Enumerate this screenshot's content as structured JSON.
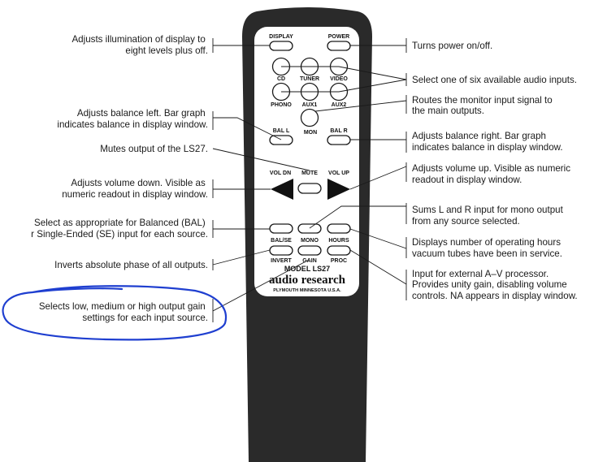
{
  "remote": {
    "model": "MODEL LS27",
    "brand": "audio research",
    "location": "PLYMOUTH MINNESOTA U.S.A.",
    "colors": {
      "body": "#2a2a2a",
      "panel": "#ffffff",
      "circle": "#1f3fd0"
    },
    "buttons": {
      "display": "DISPLAY",
      "power": "POWER",
      "cd": "CD",
      "tuner": "TUNER",
      "video": "VIDEO",
      "phono": "PHONO",
      "aux1": "AUX1",
      "aux2": "AUX2",
      "mon": "MON",
      "bal_l": "BAL L",
      "bal_r": "BAL R",
      "vol_dn": "VOL DN",
      "mute": "MUTE",
      "vol_up": "VOL UP",
      "bal_se": "BAL/SE",
      "mono": "MONO",
      "hours": "HOURS",
      "invert": "INVERT",
      "gain": "GAIN",
      "proc": "PROC"
    }
  },
  "annotations": {
    "display": [
      "Adjusts illumination of display to",
      "eight levels plus off."
    ],
    "power": [
      "Turns power on/off."
    ],
    "inputs": [
      "Select one of six available audio inputs."
    ],
    "mon": [
      "Routes the monitor input signal to",
      "the main outputs."
    ],
    "bal_l": [
      "Adjusts balance left. Bar graph",
      "indicates balance in display window."
    ],
    "bal_r": [
      "Adjusts balance right. Bar graph",
      "indicates balance in display window."
    ],
    "mute": [
      "Mutes output of the LS27."
    ],
    "vol_dn": [
      "Adjusts volume down. Visible as",
      "numeric readout in display window."
    ],
    "vol_up": [
      "Adjusts volume up. Visible as numeric",
      "readout in display window."
    ],
    "bal_se": [
      "Select as appropriate for Balanced (BAL)",
      "r Single-Ended (SE) input for each source."
    ],
    "mono": [
      "Sums L and R input for mono output",
      "from any source selected."
    ],
    "hours": [
      "Displays number of operating hours",
      "vacuum tubes have been in service."
    ],
    "invert": [
      "Inverts absolute phase of all outputs."
    ],
    "proc": [
      "Input for external A–V processor.",
      "Provides unity gain, disabling volume",
      "controls. NA appears in display window."
    ],
    "gain": [
      "Selects low, medium or high output gain",
      "settings for each input source."
    ]
  }
}
